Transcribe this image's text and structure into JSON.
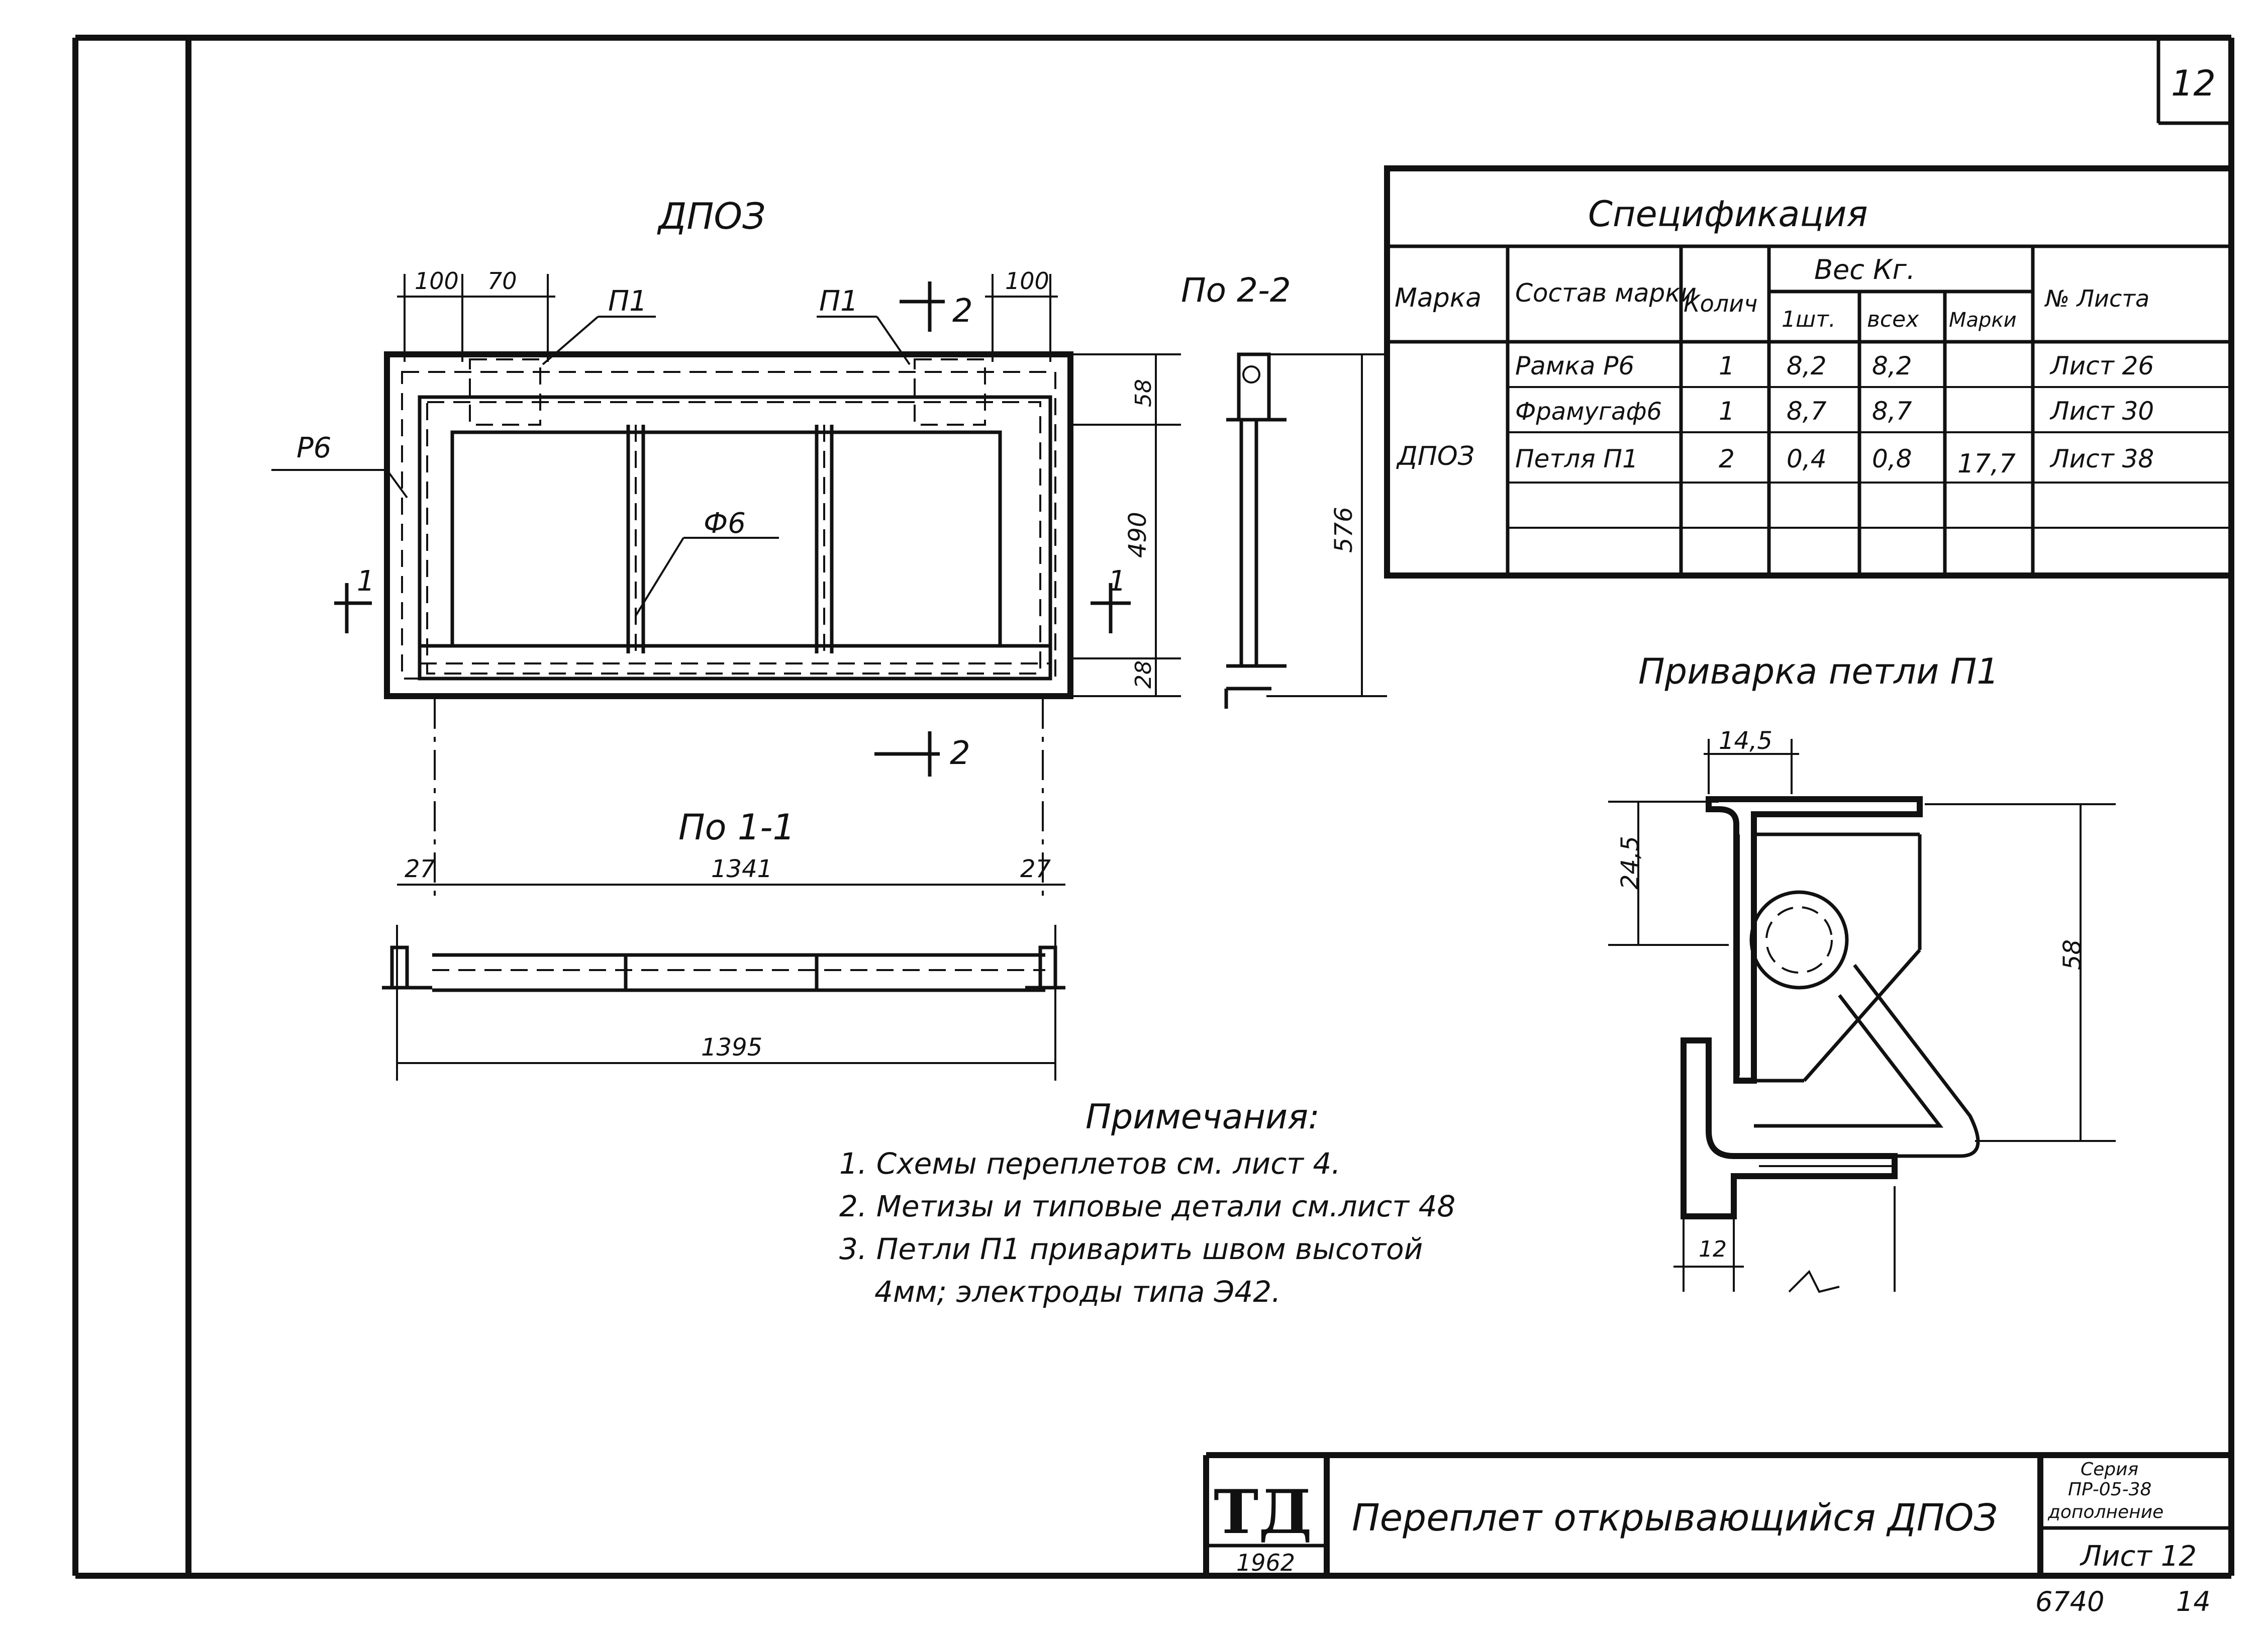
{
  "sheet": {
    "corner_number": "12",
    "bottom_left_code": "6740",
    "bottom_right_code": "14"
  },
  "front_view": {
    "title": "ДПОЗ",
    "dim_top_left": "100",
    "dim_top_mid": "70",
    "dim_top_right": "100",
    "label_p1_left": "П1",
    "label_p1_right": "П1",
    "label_r6": "Р6",
    "label_f6": "Ф6",
    "dim_58": "58",
    "dim_490": "490",
    "dim_28": "28",
    "section_mark": "2",
    "section_mark_bottom": "2",
    "cut_mark_left": "1",
    "cut_mark_right": "1"
  },
  "section_22": {
    "title": "По 2-2",
    "dim_576": "576"
  },
  "section_11": {
    "title": "По 1-1",
    "dim_left": "27",
    "dim_mid": "1341",
    "dim_right": "27",
    "dim_total": "1395"
  },
  "spec": {
    "title": "Спецификация",
    "headers": {
      "marka": "Марка",
      "sostav": "Состав марки",
      "kol": "Колич",
      "ves": "Вес Кг.",
      "ves_1sht": "1шт.",
      "ves_vseh": "всех",
      "ves_marki": "Марки",
      "list_no": "№ Листа"
    },
    "marka_value": "ДПОЗ",
    "marka_weight": "17,7",
    "rows": [
      {
        "name": "Рамка Р6",
        "qty": "1",
        "w1": "8,2",
        "wall": "8,2",
        "sheet": "Лист 26"
      },
      {
        "name": "Фрамугаф6",
        "qty": "1",
        "w1": "8,7",
        "wall": "8,7",
        "sheet": "Лист 30"
      },
      {
        "name": "Петля П1",
        "qty": "2",
        "w1": "0,4",
        "wall": "0,8",
        "sheet": "Лист 38"
      }
    ]
  },
  "weld_detail": {
    "title": "Приварка петли П1",
    "dim_145": "14,5",
    "dim_245": "24,5",
    "dim_58": "58",
    "dim_12": "12"
  },
  "notes": {
    "title": "Примечания:",
    "items": [
      "1. Схемы переплетов см. лист 4.",
      "2. Метизы и типовые детали см.лист 48",
      "3. Петли П1 приварить швом высотой",
      "4мм; электроды типа Э42."
    ]
  },
  "title_block": {
    "logo": "ТД",
    "year": "1962",
    "name": "Переплет открывающийся ДПОЗ",
    "series_1": "Серия",
    "series_2": "ПР-05-38",
    "series_3": "дополнение",
    "sheet_label": "Лист 12"
  }
}
